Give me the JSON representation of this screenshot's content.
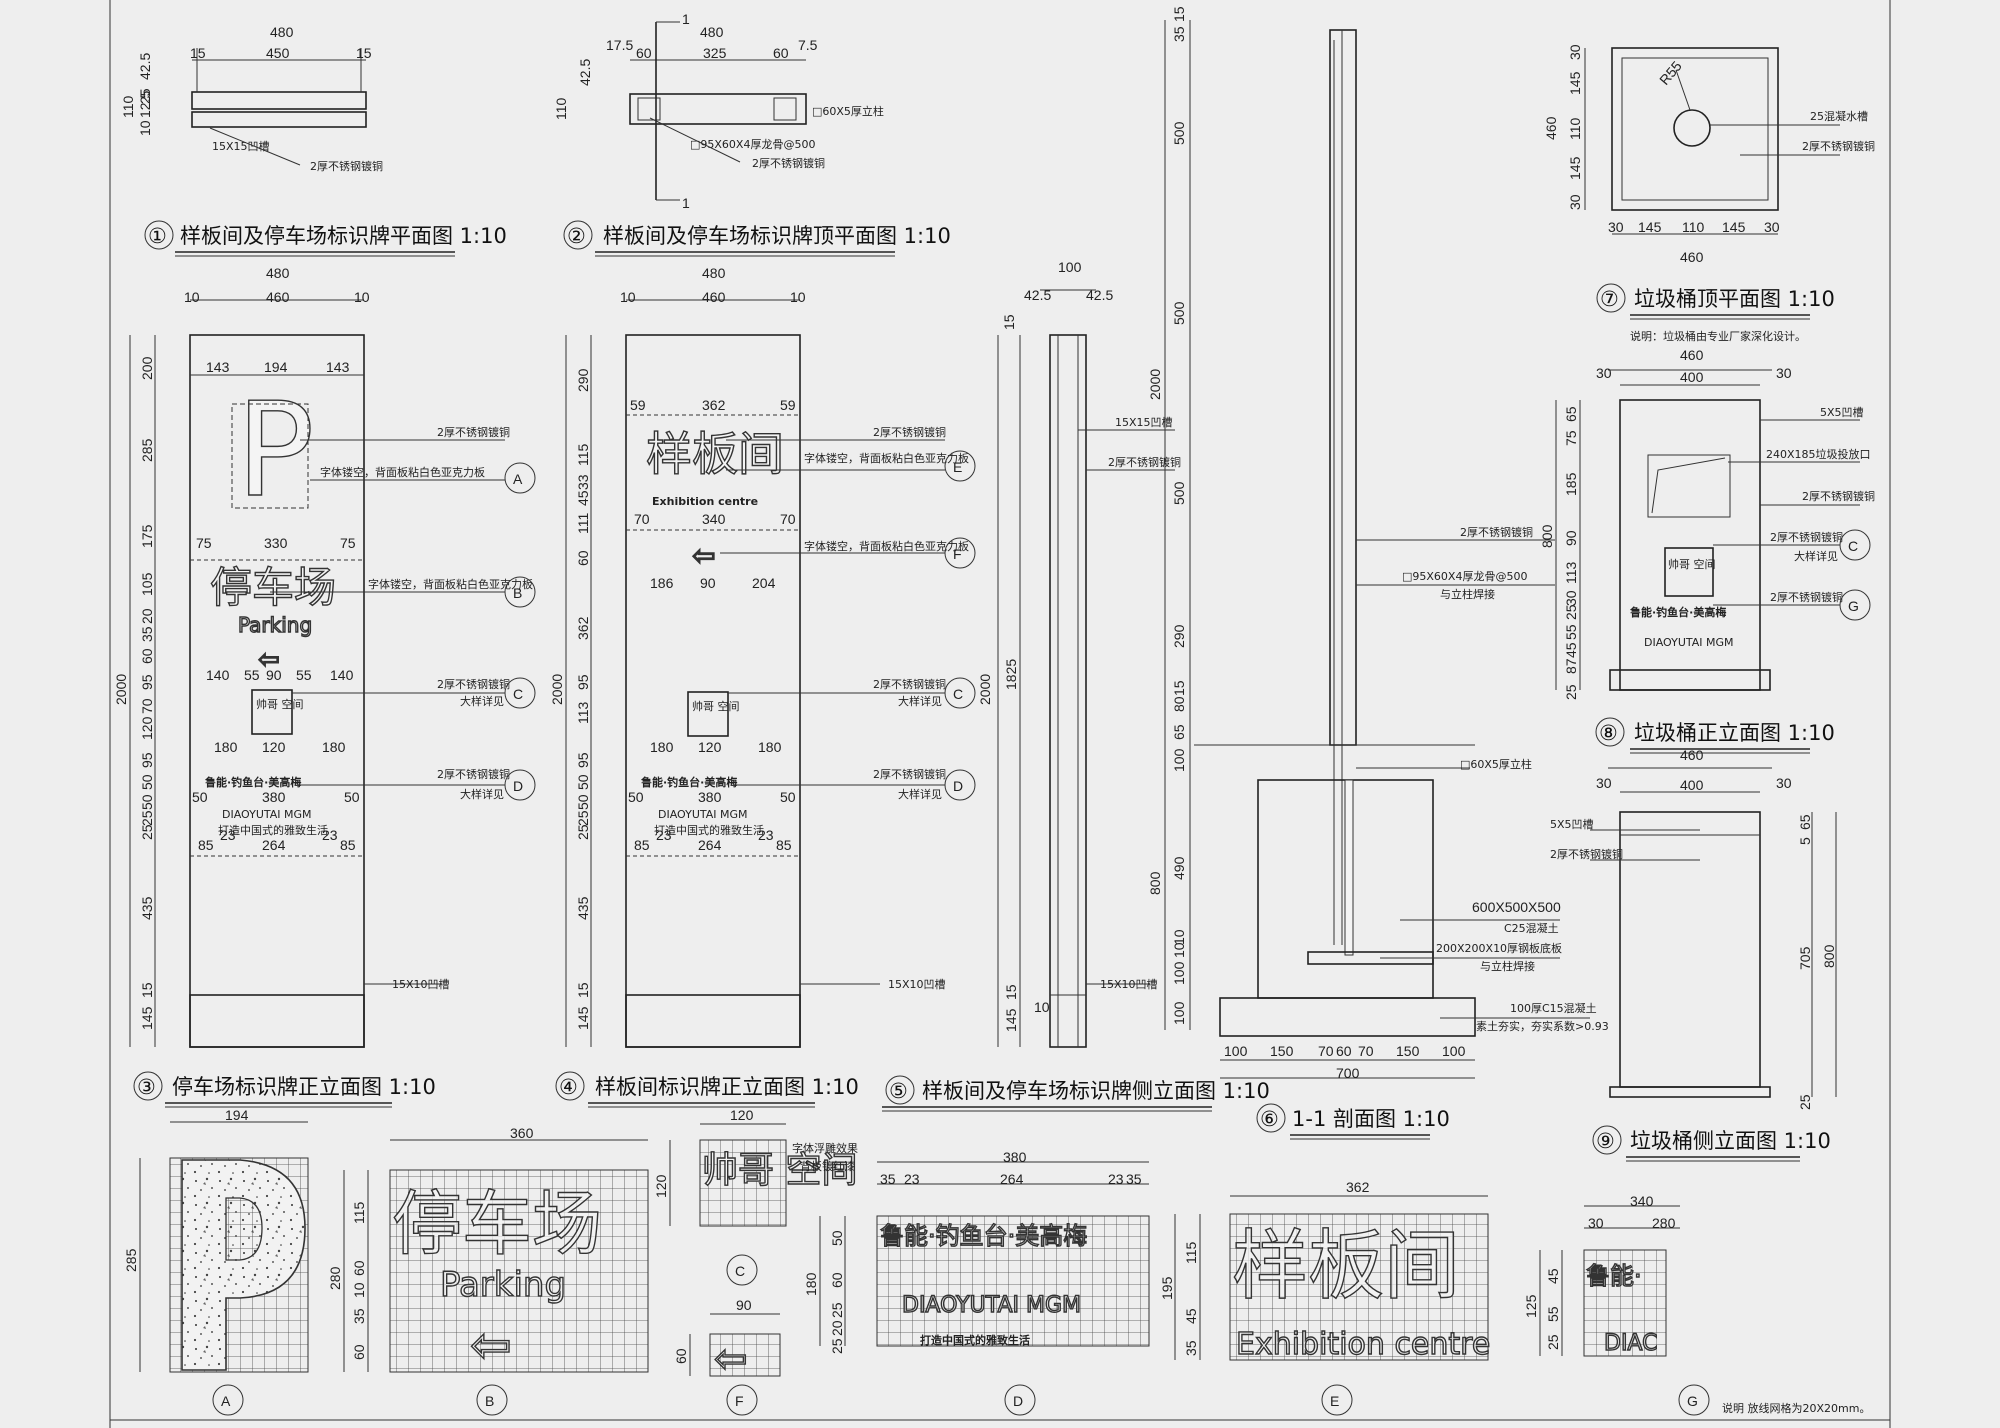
{
  "colors": {
    "background": "#eeeeee",
    "line": "#333333",
    "paper": "#f4f4f4"
  },
  "views": {
    "v1": {
      "num": "①",
      "title": "样板间及停车场标识牌平面图 1:10",
      "dims": [
        "480",
        "450",
        "15",
        "15",
        "42.5",
        "110",
        "12.5",
        "25",
        "10"
      ],
      "notes": [
        "15X15凹槽",
        "2厚不锈钢镀铜"
      ]
    },
    "v2": {
      "num": "②",
      "title": "样板间及停车场标识牌顶平面图 1:10",
      "dims": [
        "480",
        "325",
        "60",
        "60",
        "17.5",
        "7.5",
        "42.5",
        "110"
      ],
      "section_mark": "1",
      "notes": [
        "□60X5厚立柱",
        "□95X60X4厚龙骨@500",
        "2厚不锈钢镀铜"
      ]
    },
    "v3": {
      "num": "③",
      "title": "停车场标识牌正立面图 1:10",
      "dims_top": [
        "480",
        "460",
        "10",
        "10"
      ],
      "dims_v": [
        "200",
        "285",
        "175",
        "105",
        "20",
        "35",
        "60",
        "95",
        "70",
        "120",
        "95",
        "50",
        "50",
        "25",
        "25",
        "435",
        "15",
        "145",
        "2000"
      ],
      "dims_inner": [
        "143",
        "194",
        "143",
        "75",
        "330",
        "75",
        "140",
        "55",
        "90",
        "55",
        "140",
        "180",
        "120",
        "180",
        "50",
        "380",
        "50",
        "85",
        "264",
        "85",
        "23",
        "23"
      ],
      "sign_p": "P",
      "sign_cn": "停车场",
      "sign_en": "Parking",
      "logo": "帅哥 空间",
      "brand": "鲁能·钓鱼台·美高梅",
      "brand_en": "DIAOYUTAI MGM",
      "slogan": "打造中国式的雅致生活",
      "notes": [
        "2厚不锈钢镀铜",
        "字体镂空，背面板粘白色亚克力板",
        "字体镂空，背面板粘白色亚克力板",
        "2厚不锈钢镀铜",
        "大样详见",
        "2厚不锈钢镀铜",
        "大样详见",
        "15X10凹槽"
      ],
      "callouts": [
        "A",
        "B",
        "C",
        "D"
      ]
    },
    "v4": {
      "num": "④",
      "title": "样板间标识牌正立面图 1:10",
      "dims_top": [
        "480",
        "460",
        "10",
        "10"
      ],
      "dims_v": [
        "290",
        "115",
        "33",
        "45",
        "111",
        "60",
        "362",
        "95",
        "113",
        "95",
        "50",
        "50",
        "25",
        "25",
        "435",
        "15",
        "145",
        "2000"
      ],
      "dims_inner": [
        "59",
        "362",
        "59",
        "70",
        "340",
        "70",
        "186",
        "90",
        "204",
        "180",
        "120",
        "180",
        "50",
        "380",
        "50",
        "85",
        "264",
        "85",
        "23",
        "23"
      ],
      "sign_cn": "样板间",
      "sign_en": "Exhibition centre",
      "notes": [
        "2厚不锈钢镀铜",
        "字体镂空，背面板粘白色亚克力板",
        "字体镂空，背面板粘白色亚克力板",
        "2厚不锈钢镀铜",
        "大样详见",
        "2厚不锈钢镀铜",
        "大样详见",
        "15X10凹槽"
      ],
      "callouts": [
        "E",
        "F",
        "C",
        "D"
      ]
    },
    "v5": {
      "num": "⑤",
      "title": "样板间及停车场标识牌侧立面图 1:10",
      "dims": [
        "100",
        "42.5",
        "15",
        "42.5",
        "1825",
        "15",
        "145",
        "10",
        "2000"
      ],
      "notes": [
        "15X15凹槽",
        "2厚不锈钢镀铜",
        "15X10凹槽"
      ]
    },
    "v6": {
      "num": "⑥",
      "title": "1-1 剖面图 1:10",
      "dims_v": [
        "35",
        "15",
        "500",
        "500",
        "500",
        "290",
        "80",
        "15",
        "65",
        "100",
        "490",
        "10",
        "10",
        "100",
        "100",
        "2000",
        "800"
      ],
      "dims_h": [
        "100",
        "150",
        "70",
        "60",
        "70",
        "150",
        "100",
        "700"
      ],
      "notes": [
        "2厚不锈钢镀铜",
        "□95X60X4厚龙骨@500",
        "与立柱焊接",
        "□60X5厚立柱",
        "600X500X500",
        "C25混凝土",
        "200X200X10厚钢板底板",
        "与立柱焊接",
        "100厚C15混凝土",
        "素土夯实，夯实系数>0.93"
      ]
    },
    "v7": {
      "num": "⑦",
      "title": "垃圾桶顶平面图 1:10",
      "dims": [
        "30",
        "145",
        "110",
        "145",
        "30",
        "460",
        "460",
        "R55"
      ],
      "notes": [
        "25混凝水槽",
        "2厚不锈钢镀铜"
      ],
      "remark": "说明：垃圾桶由专业厂家深化设计。"
    },
    "v8": {
      "num": "⑧",
      "title": "垃圾桶正立面图 1:10",
      "dims": [
        "460",
        "400",
        "30",
        "30",
        "65",
        "75",
        "185",
        "90",
        "113",
        "30",
        "25",
        "55",
        "45",
        "87",
        "25",
        "800"
      ],
      "notes": [
        "5X5凹槽",
        "240X185垃圾投放口",
        "2厚不锈钢镀铜",
        "2厚不锈钢镀铜",
        "大样详见",
        "2厚不锈钢镀铜"
      ],
      "callouts": [
        "C",
        "G"
      ]
    },
    "v9": {
      "num": "⑨",
      "title": "垃圾桶侧立面图 1:10",
      "dims": [
        "460",
        "400",
        "30",
        "30",
        "65",
        "5",
        "705",
        "800",
        "25"
      ],
      "notes": [
        "5X5凹槽",
        "2厚不锈钢镀铜"
      ]
    }
  },
  "details": {
    "A": {
      "label": "A",
      "dims": [
        "194",
        "285"
      ],
      "text": "P"
    },
    "B": {
      "label": "B",
      "dims": [
        "360",
        "115",
        "280",
        "60",
        "10",
        "35",
        "60"
      ],
      "text_cn": "停车场",
      "text_en": "Parking"
    },
    "C": {
      "label": "C",
      "dims": [
        "120",
        "120"
      ],
      "note": [
        "字体浮雕效果",
        "背板镀红漆"
      ]
    },
    "F": {
      "label": "F",
      "dims": [
        "90",
        "60"
      ]
    },
    "D": {
      "label": "D",
      "dims": [
        "380",
        "35",
        "23",
        "264",
        "23",
        "35",
        "50",
        "60",
        "25",
        "20",
        "25",
        "180"
      ],
      "text_cn": "鲁能·钓鱼台·美高梅",
      "text_en": "DIAOYUTAI MGM",
      "slogan": "打造中国式的雅致生活"
    },
    "E": {
      "label": "E",
      "dims": [
        "362",
        "115",
        "45",
        "35",
        "195"
      ],
      "text_cn": "样板间",
      "text_en": "Exhibition centre"
    },
    "G": {
      "label": "G",
      "dims": [
        "340",
        "280",
        "30",
        "45",
        "55",
        "25",
        "125"
      ],
      "text_cn": "鲁能·",
      "text_en": "DIAC"
    }
  },
  "footnote": "说明 放线网格为20X20mm。"
}
